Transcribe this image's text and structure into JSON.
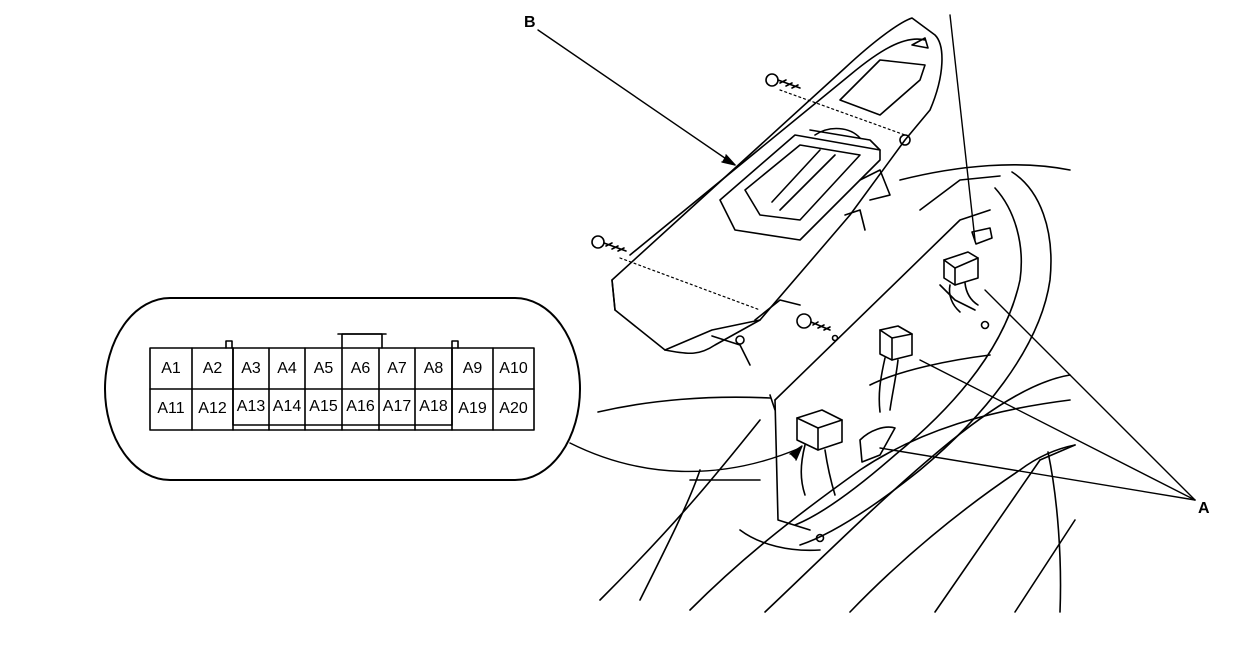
{
  "callouts": {
    "a": "A",
    "b": "B"
  },
  "connector": {
    "top_row": [
      "A1",
      "A2",
      "A3",
      "A4",
      "A5",
      "A6",
      "A7",
      "A8",
      "A9",
      "A10"
    ],
    "bottom_row": [
      "A11",
      "A12",
      "A13",
      "A14",
      "A15",
      "A16",
      "A17",
      "A18",
      "A19",
      "A20"
    ]
  }
}
